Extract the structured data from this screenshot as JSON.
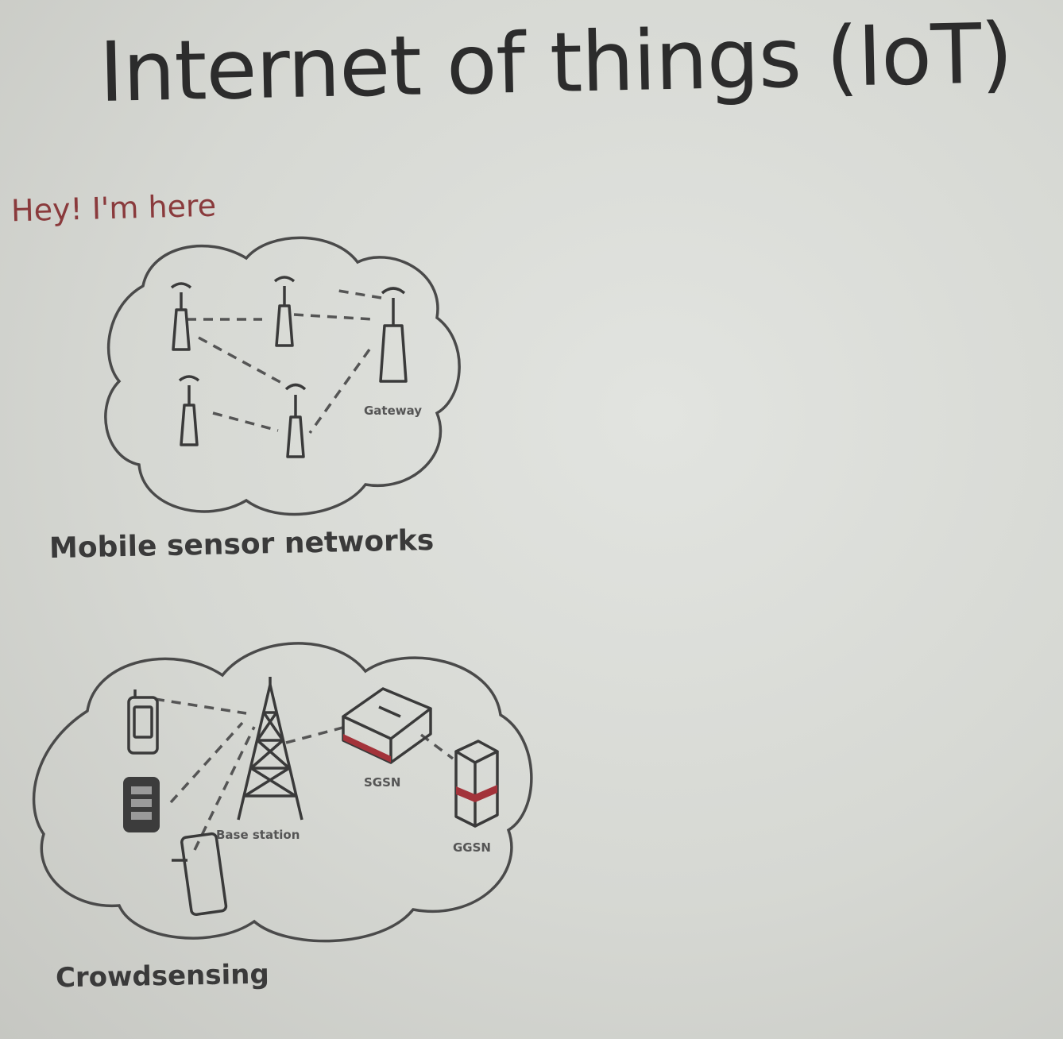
{
  "slide": {
    "title": "Internet of things (IoT)",
    "callout": "Hey! I'm here"
  },
  "diagrams": {
    "mobile_sensor_networks": {
      "caption": "Mobile sensor networks",
      "gateway_label": "Gateway"
    },
    "crowdsensing": {
      "caption": "Crowdsensing",
      "base_station_label": "Base station",
      "sgsn_label": "SGSN",
      "ggsn_label": "GGSN"
    }
  },
  "colors": {
    "callout": "#8a3a3c",
    "accent_red": "#a3333a",
    "text": "#2c2c2c"
  }
}
